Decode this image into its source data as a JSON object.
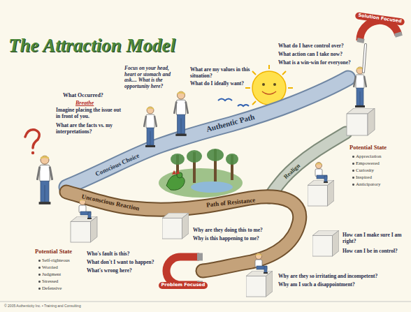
{
  "diagram": {
    "title": "The Attraction Model",
    "nodes": [
      {
        "text": [
          "Solution Focused"
        ]
      },
      {
        "text": [
          "Problem Focused"
        ]
      }
    ],
    "labels": [
      "What Occurred?",
      "Breathe",
      "Imagine placing the issue out in front of you.",
      "What are the facts vs. my interpretations?",
      "Focus on your head, heart or stomach and ask.... What is the opportunity here?",
      "What are my values in this situation?",
      "What do I ideally want?",
      "What do I have control over?",
      "What action can I take now?",
      "What is a win-win for everyone?",
      "Authentic Path",
      "Conscious Choice",
      "Realign",
      "Unconscious Reaction",
      "Path of Resistance",
      "Potential State",
      "Appreciation",
      "Empowered",
      "Curiosity",
      "Inspired",
      "Anticipatory",
      "Potential State",
      "Self-righteous",
      "Worried",
      "Judgment",
      "Stressed",
      "Defensive",
      "Who's fault is this?",
      "What don't I want to happen?",
      "What's wrong here?",
      "Why are they doing this to me?",
      "Why is this happening to me?",
      "How can I make sure I am right?",
      "How can I be in control?",
      "Why are they so irritating and incompetent?",
      "Why am I such a disappointment?",
      "© 2005 Authenticity Inc. • Training and Consulting"
    ]
  }
}
